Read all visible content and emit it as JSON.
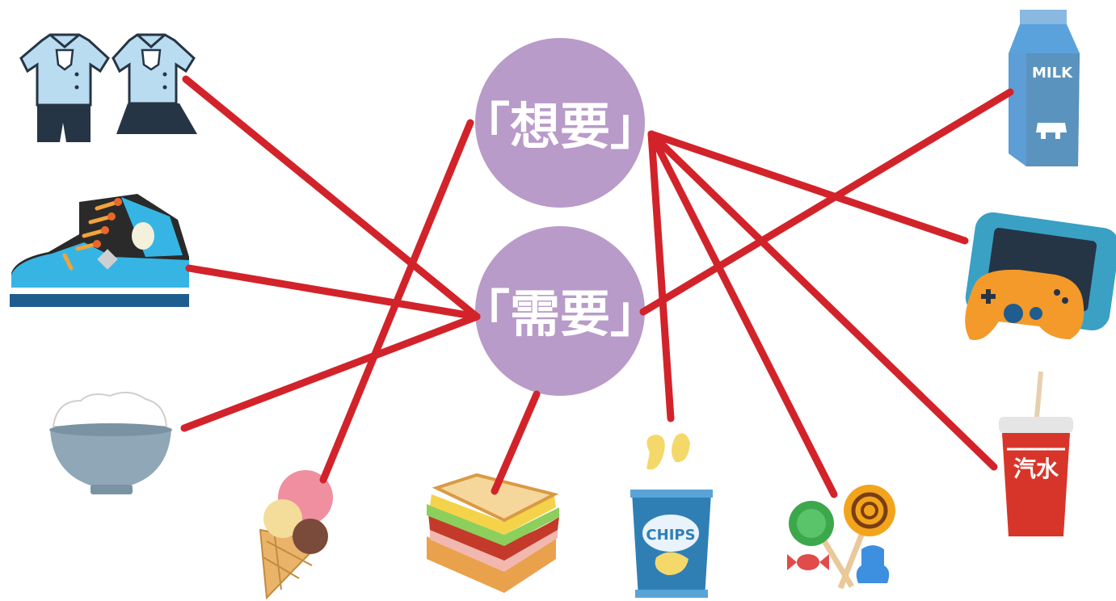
{
  "nodes": {
    "want_label": "「想要」",
    "need_label": "「需要」"
  },
  "item_labels": {
    "milk": "MILK",
    "chips": "CHIPS",
    "soda": "汽水"
  },
  "colors": {
    "bubble": "#b89bc9",
    "connector": "#d2232a"
  },
  "connections": [
    {
      "from": "uniform",
      "to": "need"
    },
    {
      "from": "sneaker",
      "to": "need"
    },
    {
      "from": "rice",
      "to": "need"
    },
    {
      "from": "ice-cream",
      "to": "want"
    },
    {
      "from": "sandwich",
      "to": "need"
    },
    {
      "from": "chips",
      "to": "want"
    },
    {
      "from": "candy",
      "to": "want"
    },
    {
      "from": "milk",
      "to": "need"
    },
    {
      "from": "game-controller",
      "to": "want"
    },
    {
      "from": "soda",
      "to": "want"
    }
  ]
}
